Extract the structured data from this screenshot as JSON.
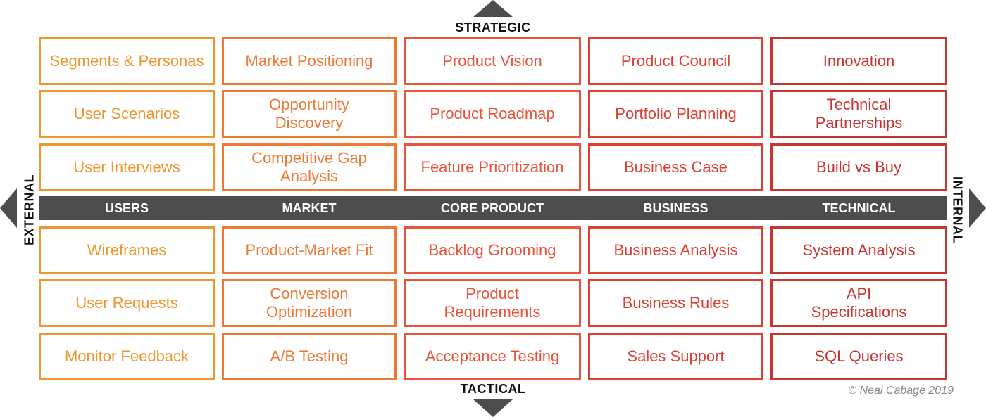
{
  "axes": {
    "top": "STRATEGIC",
    "bottom": "TACTICAL",
    "left": "EXTERNAL",
    "right": "INTERNAL"
  },
  "columns": [
    {
      "header": "USERS",
      "color": "#f0962e"
    },
    {
      "header": "MARKET",
      "color": "#ec7a36"
    },
    {
      "header": "CORE PRODUCT",
      "color": "#e9543a"
    },
    {
      "header": "BUSINESS",
      "color": "#df3e32"
    },
    {
      "header": "TECHNICAL",
      "color": "#c8352f"
    }
  ],
  "strategic_rows": [
    [
      "Segments & Personas",
      "Market Positioning",
      "Product Vision",
      "Product Council",
      "Innovation"
    ],
    [
      "User Scenarios",
      "Opportunity\nDiscovery",
      "Product Roadmap",
      "Portfolio Planning",
      "Technical\nPartnerships"
    ],
    [
      "User Interviews",
      "Competitive Gap\nAnalysis",
      "Feature Prioritization",
      "Business Case",
      "Build vs Buy"
    ]
  ],
  "tactical_rows": [
    [
      "Wireframes",
      "Product-Market Fit",
      "Backlog Grooming",
      "Business Analysis",
      "System Analysis"
    ],
    [
      "User Requests",
      "Conversion\nOptimization",
      "Product\nRequirements",
      "Business Rules",
      "API\nSpecifications"
    ],
    [
      "Monitor Feedback",
      "A/B Testing",
      "Acceptance Testing",
      "Sales Support",
      "SQL Queries"
    ]
  ],
  "axis_bar_color": "#4d4d4f",
  "copyright": "© Neal Cabage 2019"
}
